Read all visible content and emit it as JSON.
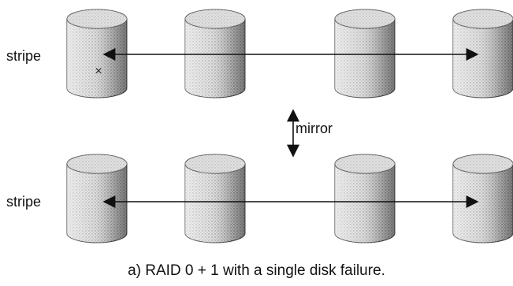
{
  "diagram": {
    "rows": [
      {
        "id": "top",
        "label": "stripe",
        "disks": 4,
        "failed_disk_index": 0,
        "failure_mark": "×"
      },
      {
        "id": "bottom",
        "label": "stripe",
        "disks": 4,
        "failed_disk_index": null,
        "failure_mark": ""
      }
    ],
    "mirror_label": "mirror",
    "caption": "a) RAID 0 + 1 with a single disk failure.",
    "colors": {
      "line": "#111111",
      "disk_fill": "#bdbdbd",
      "disk_shadow": "#8c8c8c",
      "disk_edge": "#444444"
    }
  }
}
